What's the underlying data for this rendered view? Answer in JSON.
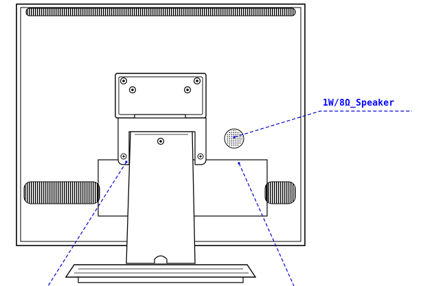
{
  "diagram": {
    "callouts": [
      {
        "id": "speaker",
        "label": "1W/8Ω_Speaker"
      }
    ],
    "colors": {
      "outline": "#000000",
      "leader": "#0000cc",
      "label": "#0000ff",
      "background": "#ffffff"
    },
    "icons": [
      "monitor-rear-outline",
      "vesa-mount-plate",
      "screw-hole-icon",
      "speaker-grille-icon",
      "stand-base"
    ]
  }
}
